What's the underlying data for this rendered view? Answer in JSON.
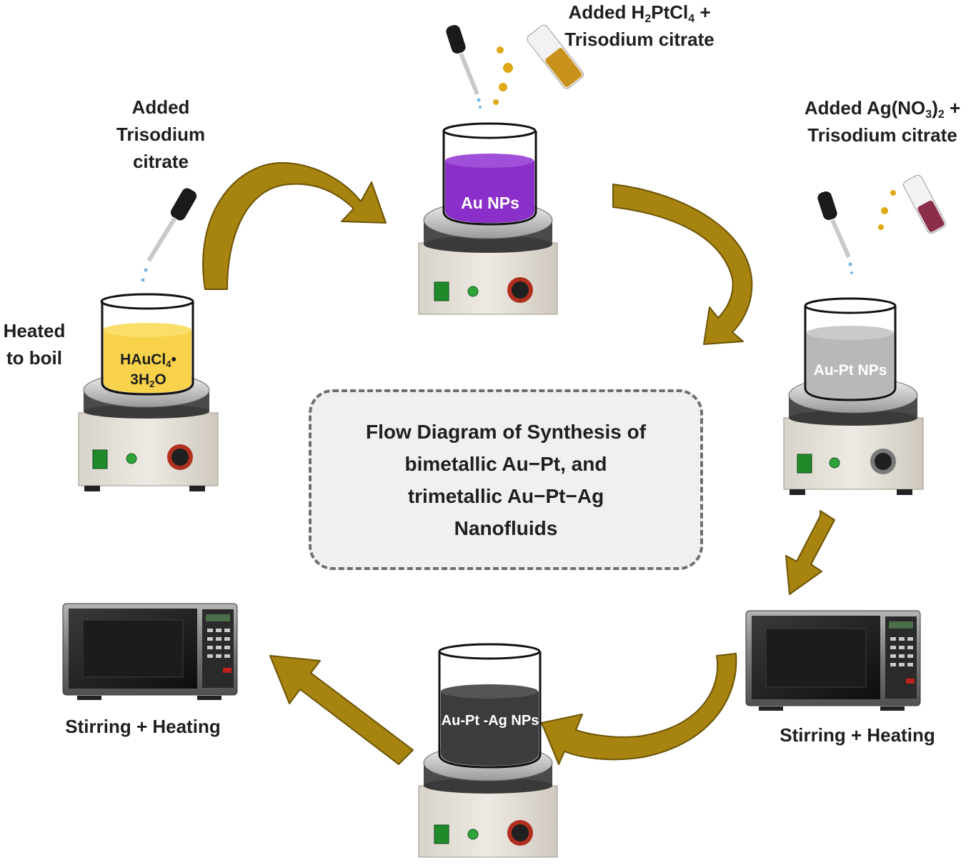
{
  "labels": {
    "added_trisodium": [
      "Added",
      "Trisodium",
      "citrate"
    ],
    "heated_to_boil": [
      "Heated",
      "to boil"
    ],
    "added_h2ptcl4": {
      "line1_pre": "Added H",
      "line1_sub1": "2",
      "line1_mid": "PtCl",
      "line1_sub2": "4",
      "line1_post": " +",
      "line2": "Trisodium citrate"
    },
    "added_agno3": {
      "line1_pre": "Added Ag(NO",
      "line1_sub": "3",
      "line1_mid": ")",
      "line1_sub2": "2",
      "line1_post": " +",
      "line2": "Trisodium citrate"
    },
    "stirring_heating_left": "Stirring + Heating",
    "stirring_heating_right": "Stirring + Heating"
  },
  "beakers": {
    "haucl4": {
      "line1_pre": "HAuCl",
      "line1_sub": "4",
      "line1_post": "•",
      "line2_pre": "3H",
      "line2_sub": "2",
      "line2_post": "O",
      "color": "#f7d24a"
    },
    "au_nps": {
      "label": "Au NPs",
      "color": "#8a2fc9"
    },
    "au_pt_nps": {
      "label": "Au-Pt NPs",
      "color": "#b8b8b8"
    },
    "au_pt_ag_nps": {
      "label": "Au-Pt -Ag NPs",
      "color": "#3c3c3c"
    }
  },
  "center": {
    "title": "Flow Diagram of Synthesis of\nbimetallic Au−Pt, and\ntrimetallic Au−Pt−Ag\nNanofluids"
  },
  "colors": {
    "arrow": "#a7830f",
    "arrow_edge": "#6d5408"
  }
}
